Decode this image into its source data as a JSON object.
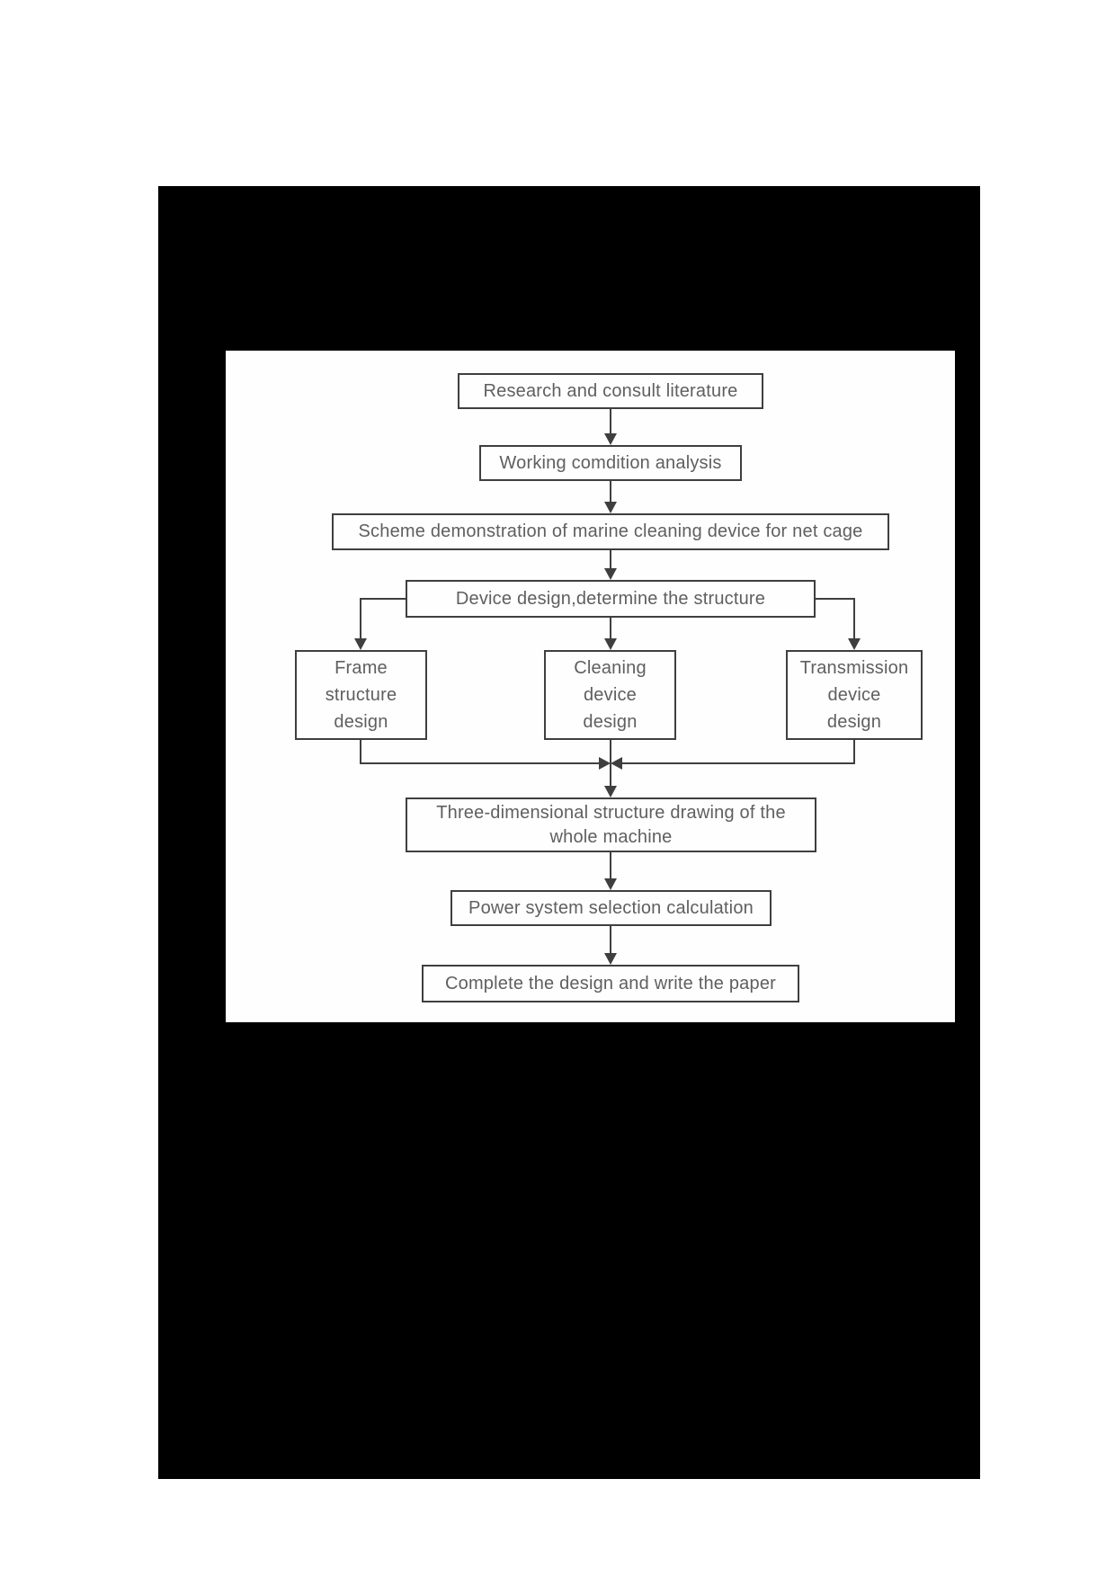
{
  "diagram": {
    "nodes": {
      "research": {
        "label": "Research and consult literature"
      },
      "working": {
        "label": "Working comdition analysis"
      },
      "scheme": {
        "label": "Scheme demonstration of marine cleaning device for net cage"
      },
      "device": {
        "label": "Device design,determine the structure"
      },
      "frame": {
        "lines": [
          "Frame",
          "structure",
          "design"
        ]
      },
      "cleaning": {
        "lines": [
          "Cleaning",
          "device",
          "design"
        ]
      },
      "transmission": {
        "lines": [
          "Transmission",
          "device",
          "design"
        ]
      },
      "threedim": {
        "lines": [
          "Three-dimensional structure drawing of the",
          "whole machine"
        ]
      },
      "power": {
        "label": "Power system selection calculation"
      },
      "complete": {
        "label": "Complete the design and write the paper"
      }
    },
    "edges": [
      {
        "from": "research",
        "to": "working"
      },
      {
        "from": "working",
        "to": "scheme"
      },
      {
        "from": "scheme",
        "to": "device"
      },
      {
        "from": "device",
        "to": "frame"
      },
      {
        "from": "device",
        "to": "cleaning"
      },
      {
        "from": "device",
        "to": "transmission"
      },
      {
        "from": "frame",
        "to": "threedim"
      },
      {
        "from": "cleaning",
        "to": "threedim"
      },
      {
        "from": "transmission",
        "to": "threedim"
      },
      {
        "from": "threedim",
        "to": "power"
      },
      {
        "from": "power",
        "to": "complete"
      }
    ],
    "colors": {
      "page_bg": "#ffffff",
      "figure_bg": "#000000",
      "panel_bg": "#fefefe",
      "box_border": "#3f3f3f",
      "box_text": "#5f5f5f",
      "arrow": "#3f3f3f"
    }
  }
}
